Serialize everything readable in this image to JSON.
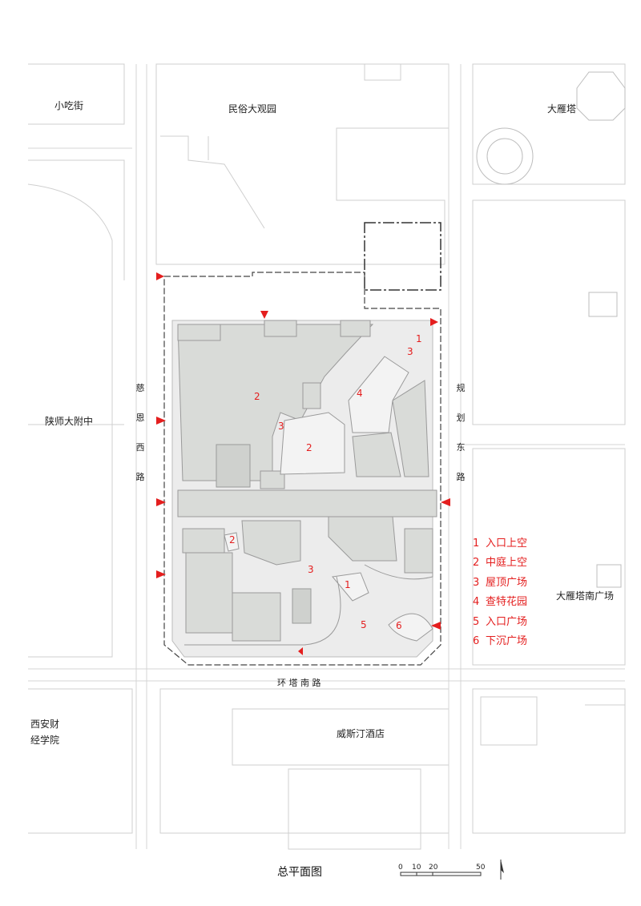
{
  "title": "总平面图",
  "places": {
    "xiaochijie": "小吃街",
    "minsu": "民俗大观园",
    "dayanta": "大雁塔",
    "shida": "陕师大附中",
    "dayanta_south_square": "大雁塔南广场",
    "weisiting": "威斯汀酒店",
    "xicai_line1": "西安财",
    "xicai_line2": "经学院"
  },
  "roads": {
    "cien_west": [
      "慈",
      "恩",
      "西",
      "路"
    ],
    "guihua_east": [
      "规",
      "划",
      "东",
      "路"
    ],
    "huanta_south": "环 塔 南 路"
  },
  "legend": [
    {
      "num": "1",
      "label": "入口上空"
    },
    {
      "num": "2",
      "label": "中庭上空"
    },
    {
      "num": "3",
      "label": "屋顶广场"
    },
    {
      "num": "4",
      "label": "查特花园"
    },
    {
      "num": "5",
      "label": "入口广场"
    },
    {
      "num": "6",
      "label": "下沉广场"
    }
  ],
  "site_marks": [
    "2",
    "3",
    "4",
    "2",
    "1",
    "3",
    "2",
    "3",
    "1",
    "5",
    "6"
  ],
  "scale": {
    "ticks": [
      "0",
      "10",
      "20",
      "50"
    ]
  },
  "colors": {
    "accent": "#e41e1e",
    "building": "#d9dbd8",
    "plaza": "#ececec",
    "line": "#c4c4c4"
  }
}
